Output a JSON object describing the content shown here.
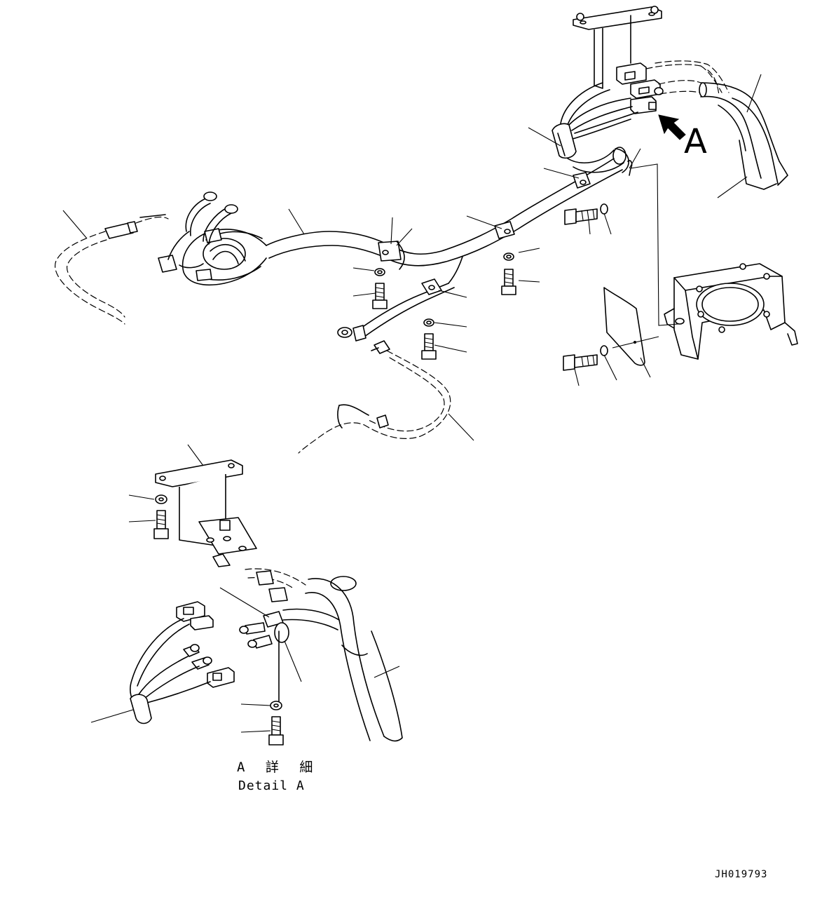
{
  "view_marker": {
    "letter": "A",
    "arrow_icon": "view-arrow-icon"
  },
  "detail_label": {
    "japanese": "A 詳 細",
    "english": "Detail A"
  },
  "drawing_number": "JH019793",
  "colors": {
    "line": "#000000",
    "background": "#ffffff"
  }
}
